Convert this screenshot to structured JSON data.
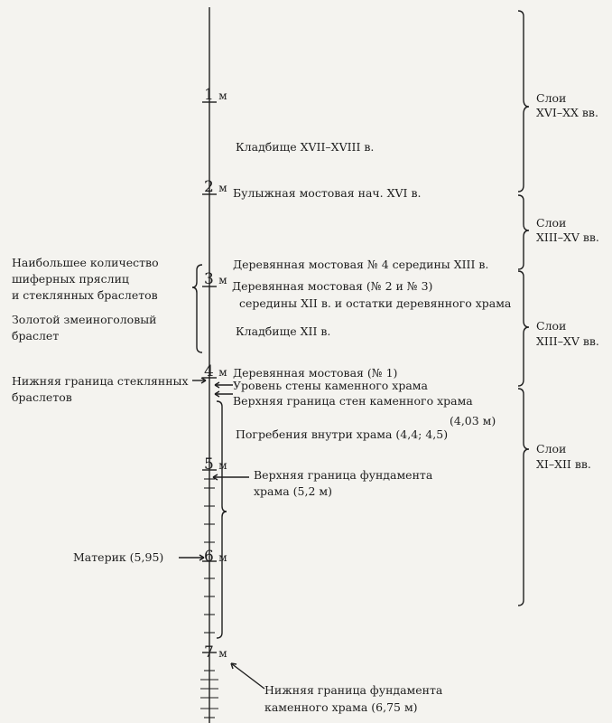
{
  "depth_marks": [
    {
      "num": "1",
      "unit": "м"
    },
    {
      "num": "2",
      "unit": "м"
    },
    {
      "num": "3",
      "unit": "м"
    },
    {
      "num": "4",
      "unit": "м"
    },
    {
      "num": "5",
      "unit": "м"
    },
    {
      "num": "6",
      "unit": "м"
    },
    {
      "num": "7",
      "unit": "м"
    }
  ],
  "layers": [
    {
      "title": "Слои",
      "period": "XVI–XX вв."
    },
    {
      "title": "Слои",
      "period": "XIII–XV вв."
    },
    {
      "title": "Слои",
      "period": "XIII–XV вв."
    },
    {
      "title": "Слои",
      "period": "XI–XII вв."
    }
  ],
  "features": {
    "cemetery_late": "Кладбище XVII–XVIII в.",
    "cobblestone": "Булыжная мостовая нач. XVI в.",
    "wooden_pavement_4": "Деревянная мостовая № 4 середины XIII в.",
    "wooden_pavement_2_3_line1": "Деревянная мостовая (№ 2 и № 3)",
    "wooden_pavement_2_3_line2": "середины XII в. и остатки деревянного храма",
    "cemetery_12": "Кладбище XII в.",
    "wooden_pavement_1": "Деревянная мостовая (№ 1)",
    "stone_wall_level": "Уровень стены каменного храма",
    "stone_wall_top": "Верхняя граница стен каменного храма",
    "stone_wall_top_depth": "(4,03 м)",
    "burials": "Погребения внутри храма (4,4; 4,5)",
    "foundation_top_line1": "Верхняя граница фундамента",
    "foundation_top_line2": "храма (5,2 м)",
    "foundation_bottom_line1": "Нижняя граница фундамента",
    "foundation_bottom_line2": "каменного храма (6,75 м)"
  },
  "finds": {
    "whorls_line1": "Наибольшее количество",
    "whorls_line2": "шиферных пряслиц",
    "whorls_line3": "и стеклянных браслетов",
    "snake_line1": "Золотой змеиноголовый",
    "snake_line2": "браслет",
    "glass_bottom_line1": "Нижняя граница стеклянных",
    "glass_bottom_line2": "браслетов",
    "mainland": "Материк (5,95)"
  }
}
